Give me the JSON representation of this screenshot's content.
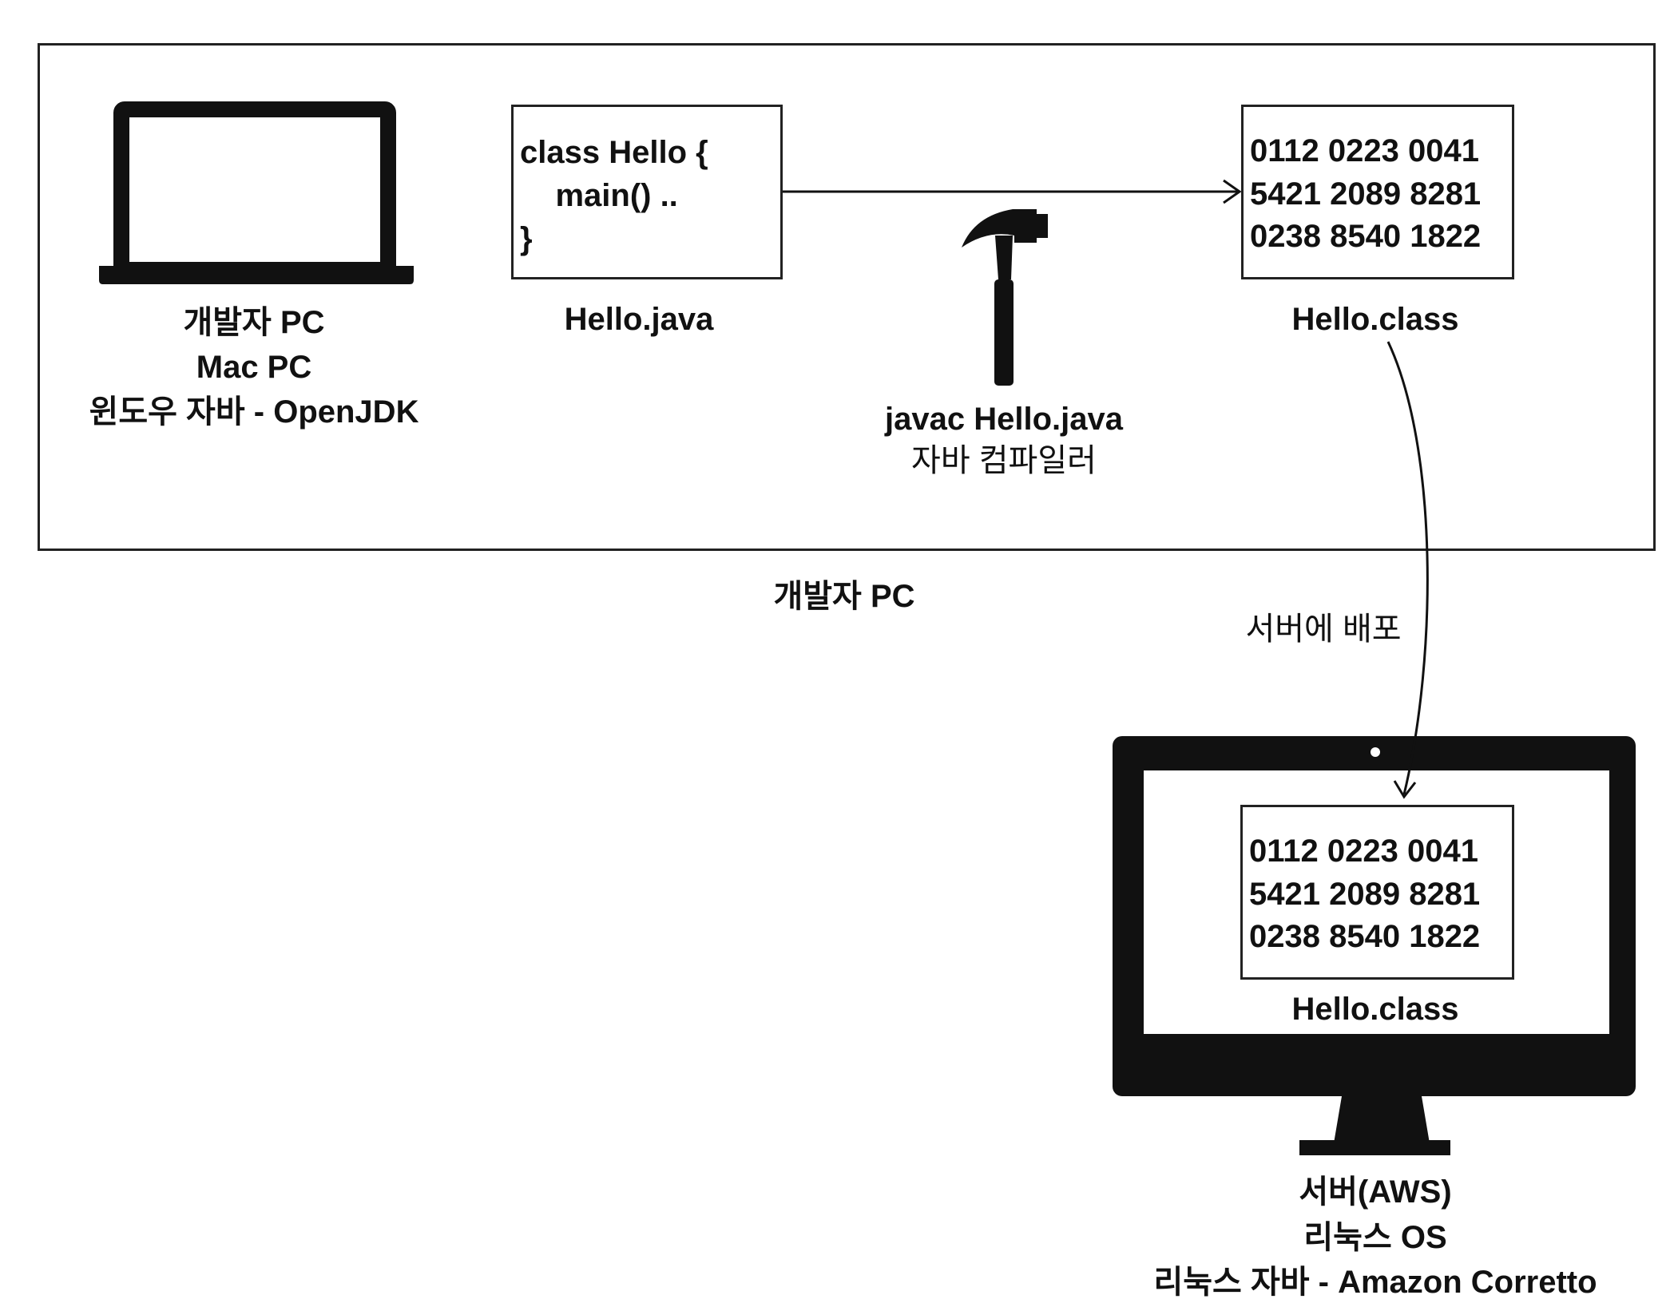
{
  "dev_pc": {
    "frame_label": "개발자 PC",
    "laptop_label_lines": [
      "개발자 PC",
      "Mac PC",
      "윈도우 자바 - OpenJDK"
    ]
  },
  "source_file": {
    "code_lines": [
      "class Hello {",
      "    main() ..",
      "}"
    ],
    "filename": "Hello.java"
  },
  "compiler": {
    "command": "javac Hello.java",
    "description": "자바 컴파일러"
  },
  "class_file": {
    "bytes_lines": [
      "0112 0223 0041",
      "5421 2089 8281",
      "0238 8540 1822"
    ],
    "filename": "Hello.class"
  },
  "deploy": {
    "label": "서버에 배포"
  },
  "server": {
    "bytes_lines": [
      "0112 0223 0041",
      "5421 2089 8281",
      "0238 8540 1822"
    ],
    "filename": "Hello.class",
    "label_lines": [
      "서버(AWS)",
      "리눅스 OS",
      "리눅스 자바 - Amazon Corretto"
    ]
  },
  "icons": [
    "laptop-icon",
    "hammer-icon",
    "monitor-icon"
  ]
}
